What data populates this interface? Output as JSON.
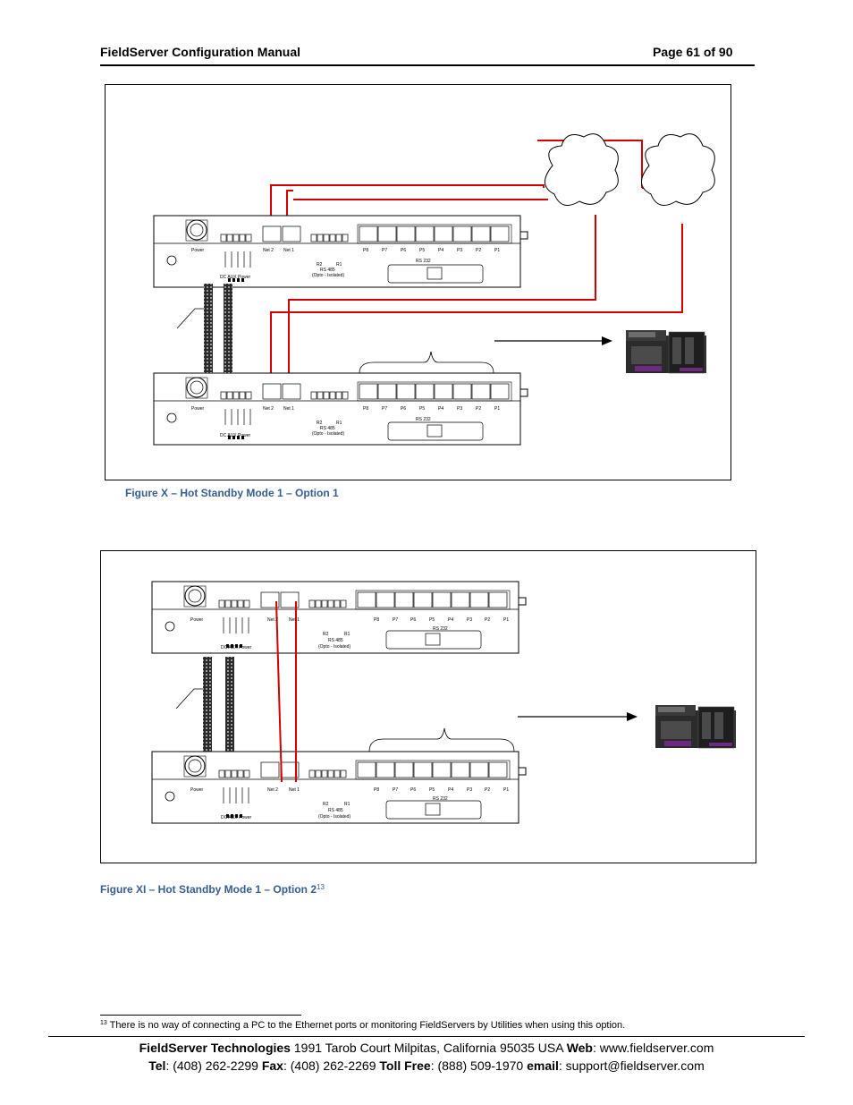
{
  "header": {
    "title": "FieldServer Configuration Manual",
    "page": "Page 61 of 90"
  },
  "figure1": {
    "caption": "Figure X – Hot Standby Mode 1 – Option 1"
  },
  "figure2": {
    "caption": "Figure XI – Hot Standby Mode 1 – Option 2",
    "footnote_ref": "13"
  },
  "device_labels": {
    "power": "Power",
    "net2": "Net 2",
    "net1": "Net 1",
    "ports": [
      "P8",
      "P7",
      "P6",
      "P5",
      "P4",
      "P3",
      "P2",
      "P1"
    ],
    "r2": "R2",
    "r1": "R1",
    "rs485": "RS 485",
    "opto": "(Opto - Isolated)",
    "rs232": "RS 232",
    "dc_aux": "DC AUX Power"
  },
  "footnote": {
    "number": "13",
    "text": "There is no way of connecting a PC to the Ethernet ports or monitoring FieldServers by Utilities when using this option."
  },
  "footer": {
    "company": "FieldServer Technologies",
    "address": " 1991 Tarob Court Milpitas, California 95035 USA   ",
    "web_label": "Web",
    "web": ": www.fieldserver.com",
    "tel_label": "Tel",
    "tel": ": (408) 262-2299   ",
    "fax_label": "Fax",
    "fax": ": (408) 262-2269   ",
    "tollfree_label": "Toll Free",
    "tollfree": ": (888) 509-1970   ",
    "email_label": "email",
    "email": ": support@fieldserver.com"
  },
  "colors": {
    "caption": "#365f91",
    "cable": "#d40000"
  }
}
